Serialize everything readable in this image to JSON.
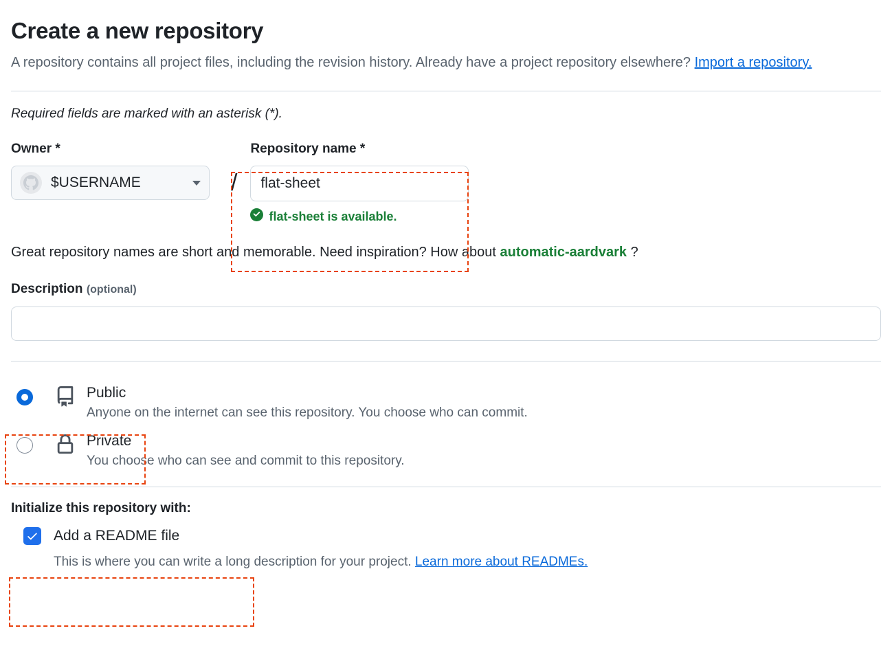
{
  "header": {
    "title": "Create a new repository",
    "subtitle_part1": "A repository contains all project files, including the revision history. Already have a project repository elsewhere?",
    "import_link": "Import a repository.",
    "required_note": "Required fields are marked with an asterisk (*)."
  },
  "owner": {
    "label": "Owner *",
    "value": "$USERNAME",
    "avatar_icon": "github-octocat-avatar",
    "caret_icon": "chevron-down-icon"
  },
  "separator": "/",
  "repo_name": {
    "label": "Repository name *",
    "value": "flat-sheet",
    "placeholder": "",
    "availability_icon": "check-circle-fill-icon",
    "availability_message": "flat-sheet is available."
  },
  "inspiration": {
    "prefix": "Great repository names are short and memorable. Need inspiration? How about",
    "suggestion": "automatic-aardvark",
    "suffix": "?"
  },
  "description": {
    "label": "Description",
    "optional": "(optional)",
    "value": "",
    "placeholder": ""
  },
  "visibility": {
    "options": [
      {
        "id": "public",
        "title": "Public",
        "description": "Anyone on the internet can see this repository. You choose who can commit.",
        "icon": "repo-book-icon",
        "selected": true
      },
      {
        "id": "private",
        "title": "Private",
        "description": "You choose who can see and commit to this repository.",
        "icon": "lock-icon",
        "selected": false
      }
    ]
  },
  "initialize": {
    "title": "Initialize this repository with:",
    "readme_label": "Add a README file",
    "readme_checked": true,
    "readme_desc_prefix": "This is where you can write a long description for your project.",
    "readme_link": "Learn more about READMEs."
  },
  "colors": {
    "accent_blue": "#0969da",
    "link_blue": "#0969da",
    "success_green": "#1a7f37",
    "annotation_orange": "#e8430f",
    "muted_text": "#59636e",
    "border": "#d1d9e0",
    "checkbox_blue": "#1f6feb"
  }
}
